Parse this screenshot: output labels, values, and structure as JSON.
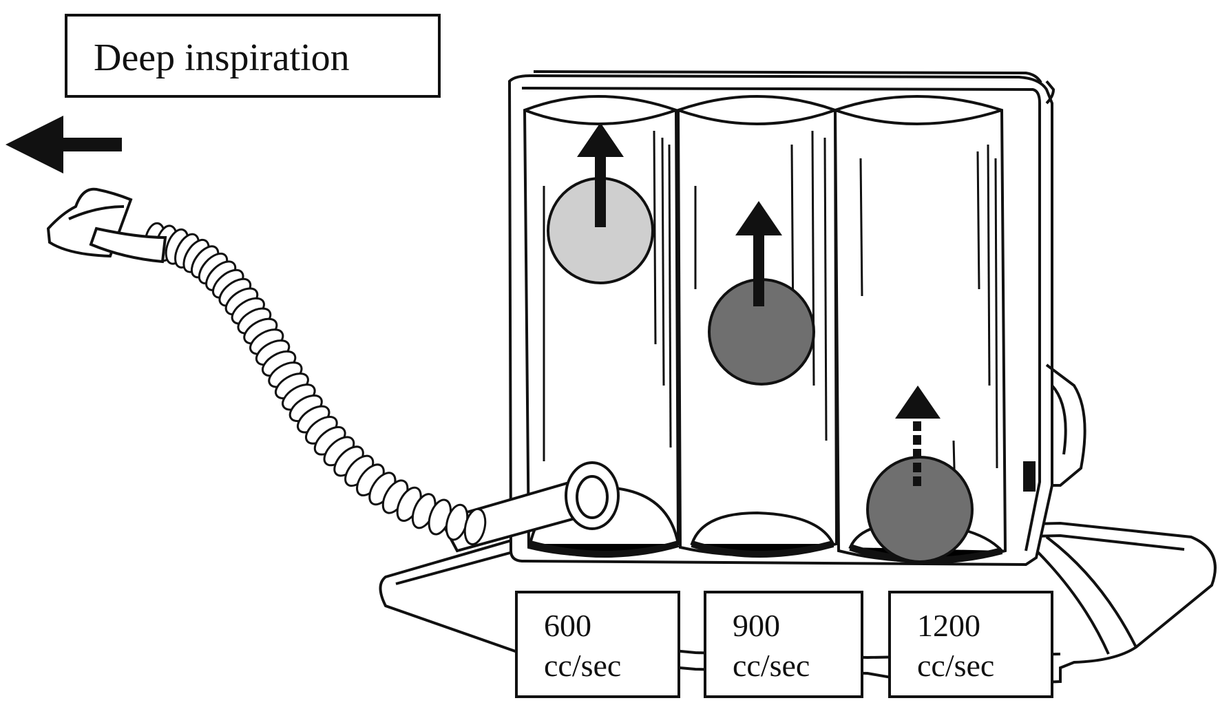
{
  "title": "Deep inspiration",
  "chambers": [
    {
      "rate": "600",
      "unit": "cc/sec",
      "ball_color": "#cfcfcf",
      "arrow_style": "solid"
    },
    {
      "rate": "900",
      "unit": "cc/sec",
      "ball_color": "#6f6f6f",
      "arrow_style": "solid"
    },
    {
      "rate": "1200",
      "unit": "cc/sec",
      "ball_color": "#6f6f6f",
      "arrow_style": "dotted"
    }
  ],
  "icons": {
    "direction": "left-arrow-icon"
  }
}
